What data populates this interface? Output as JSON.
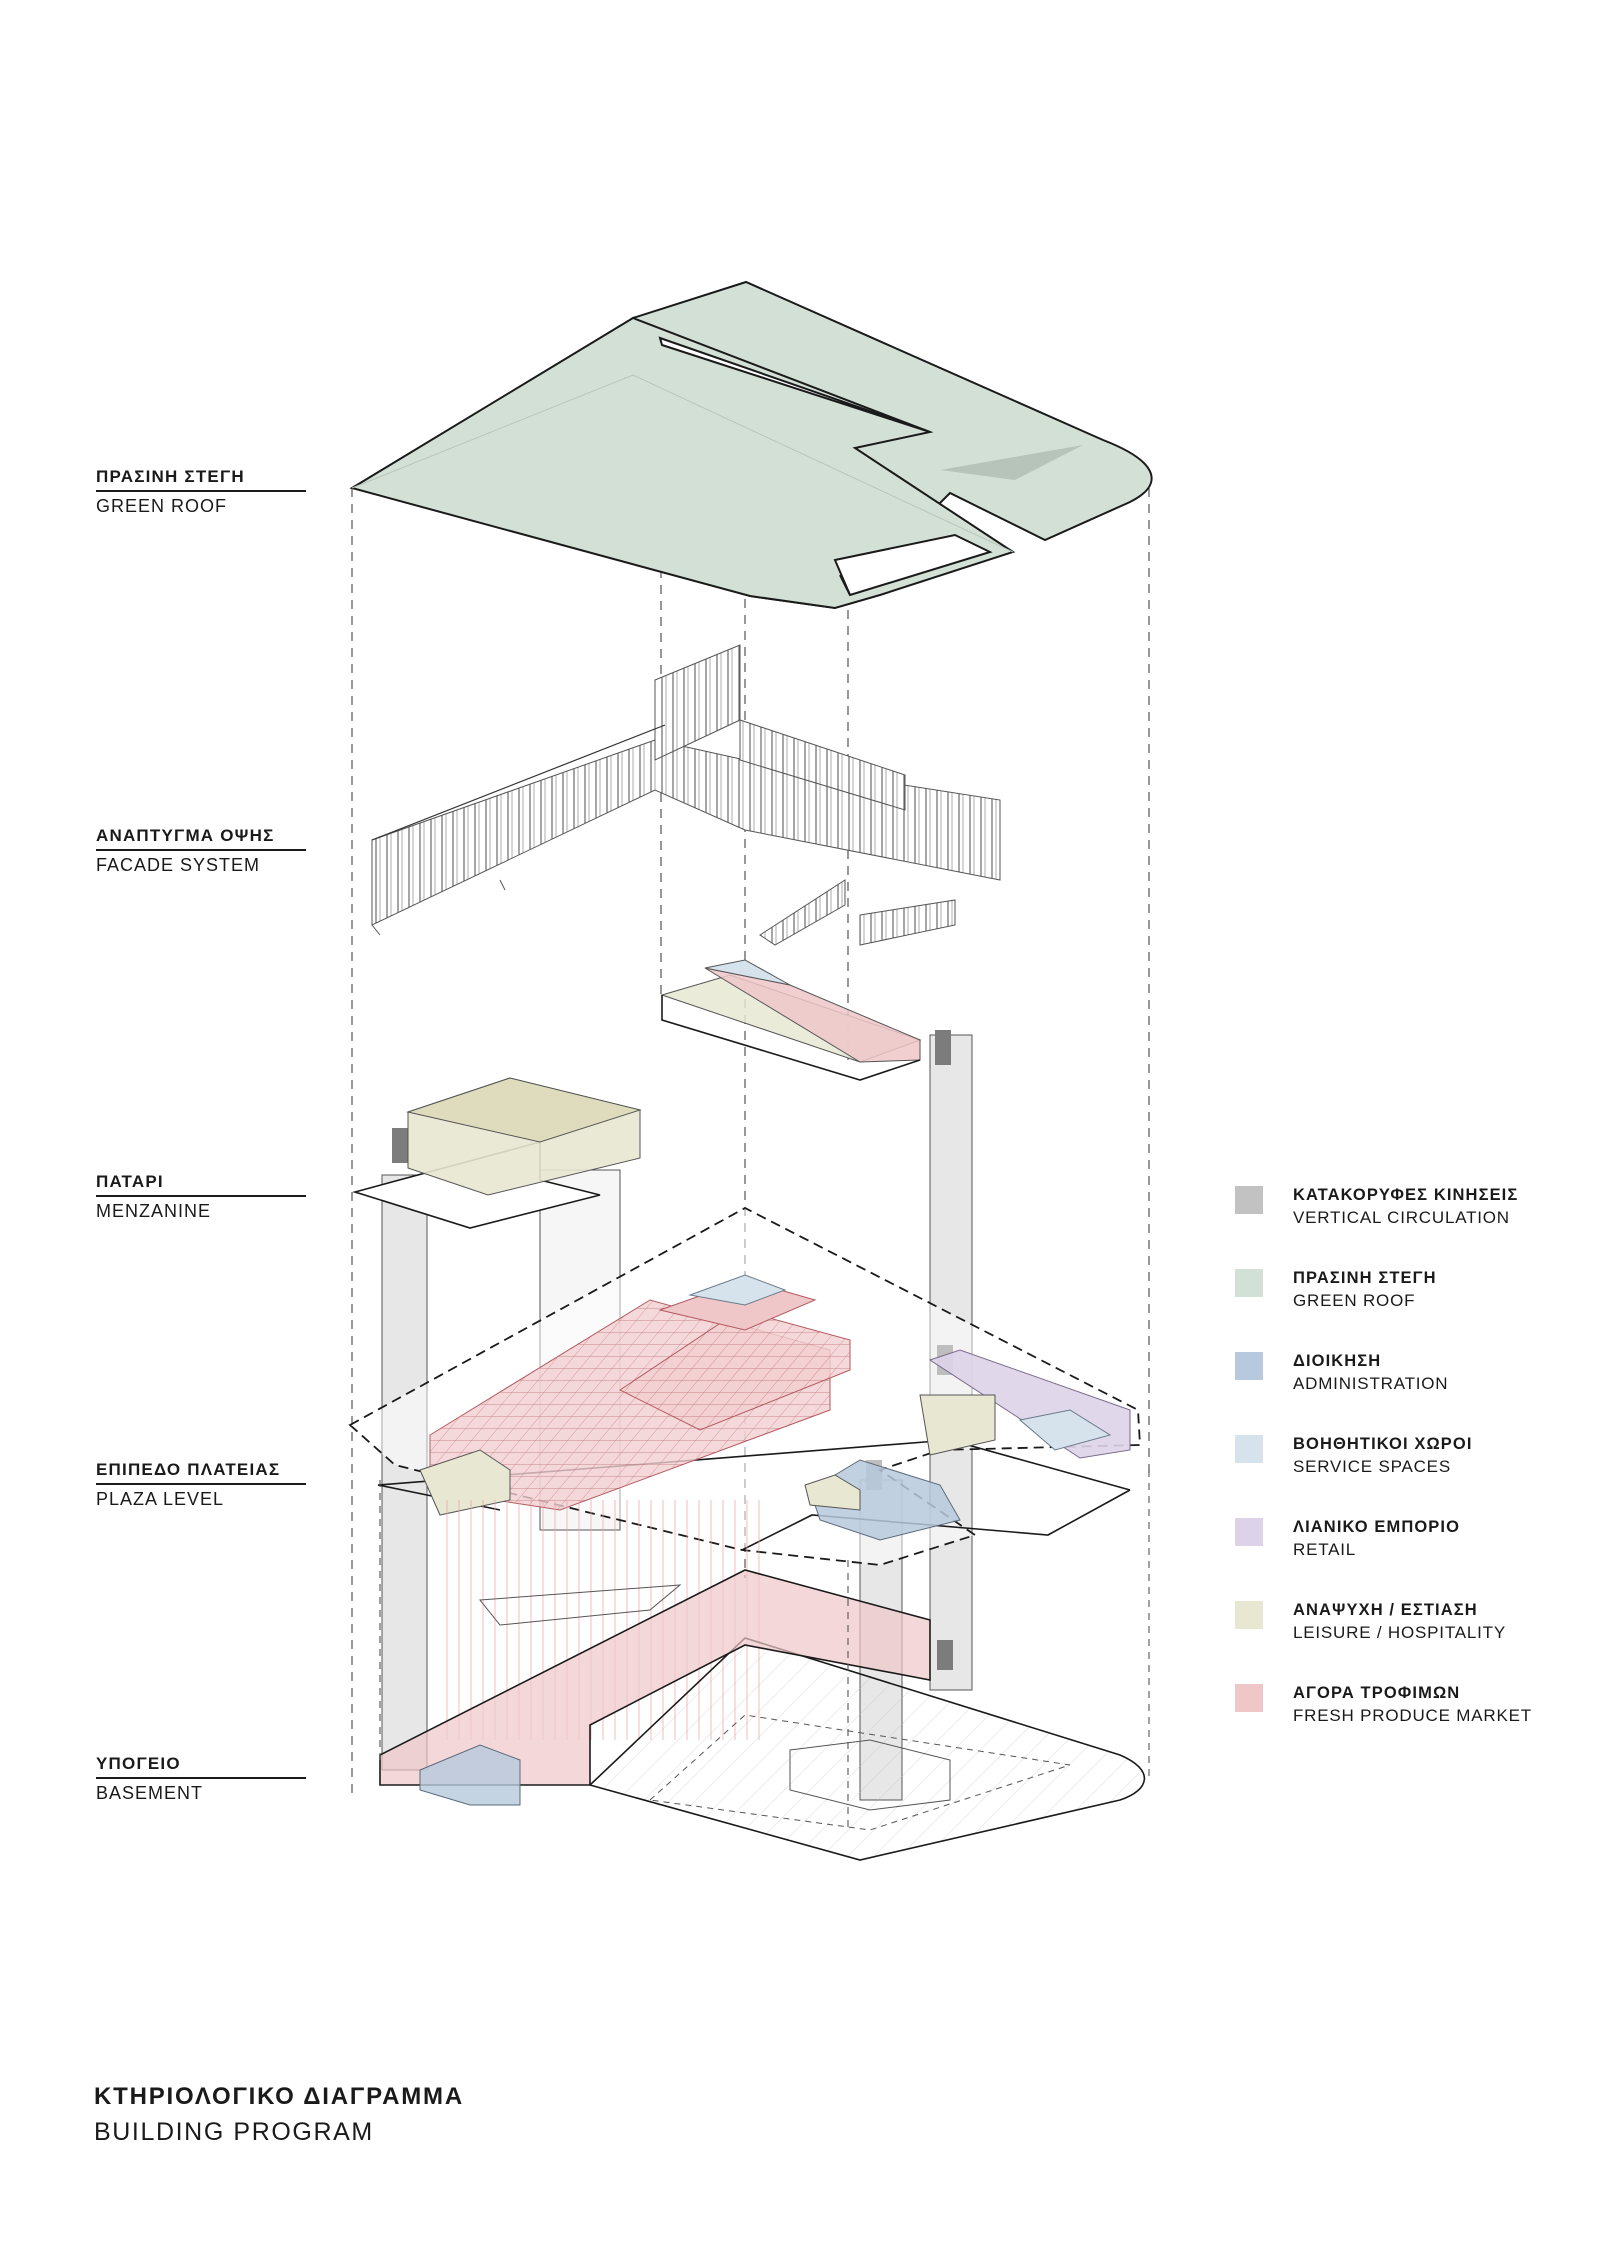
{
  "levels": [
    {
      "id": "green-roof",
      "label_gr": "ΠΡΑΣΙΝΗ ΣΤΕΓΗ",
      "label_en": "GREEN ROOF"
    },
    {
      "id": "facade",
      "label_gr": "ΑΝΑΠΤΥΓΜΑ ΟΨΗΣ",
      "label_en": "FACADE SYSTEM"
    },
    {
      "id": "mezzanine",
      "label_gr": "ΠΑΤΑΡΙ",
      "label_en": "MENZANINE"
    },
    {
      "id": "plaza",
      "label_gr": "ΕΠΙΠΕΔΟ ΠΛΑΤΕΙΑΣ",
      "label_en": "PLAZA LEVEL"
    },
    {
      "id": "basement",
      "label_gr": "ΥΠΟΓΕΙΟ",
      "label_en": "BASEMENT"
    }
  ],
  "legend": [
    {
      "label_gr": "ΚΑΤΑΚΟΡΥΦΕΣ ΚΙΝΗΣΕΙΣ",
      "label_en": "VERTICAL CIRCULATION",
      "color": "#c2c2c2"
    },
    {
      "label_gr": "ΠΡΑΣΙΝΗ ΣΤΕΓΗ",
      "label_en": "GREEN ROOF",
      "color": "#d3e0d6"
    },
    {
      "label_gr": "ΔΙΟΙΚΗΣΗ",
      "label_en": "ADMINISTRATION",
      "color": "#b7c9dc"
    },
    {
      "label_gr": "ΒΟΗΘΗΤΙΚΟΙ ΧΩΡΟΙ",
      "label_en": "SERVICE SPACES",
      "color": "#d6e3ec"
    },
    {
      "label_gr": "ΛΙΑΝΙΚΟ ΕΜΠΟΡΙΟ",
      "label_en": "RETAIL",
      "color": "#ddd3e8"
    },
    {
      "label_gr": "ΑΝΑΨΥΧΗ / ΕΣΤΙΑΣΗ",
      "label_en": "LEISURE / HOSPITALITY",
      "color": "#e8e7d2"
    },
    {
      "label_gr": "ΑΓΟΡΑ ΤΡΟΦΙΜΩΝ",
      "label_en": "FRESH PRODUCE MARKET",
      "color": "#efc7c9"
    }
  ],
  "title": {
    "gr": "ΚΤΗΡΙΟΛΟΓΙΚΟ ΔΙΑΓΡΑΜΜΑ",
    "en": "BUILDING PROGRAM"
  },
  "colors": {
    "vertical_circulation": "#c2c2c2",
    "green_roof": "#d3e0d6",
    "administration": "#b7c9dc",
    "service": "#d6e3ec",
    "retail": "#ddd3e8",
    "leisure": "#e8e7d2",
    "market": "#efc7c9",
    "line": "#1a1a1a"
  }
}
